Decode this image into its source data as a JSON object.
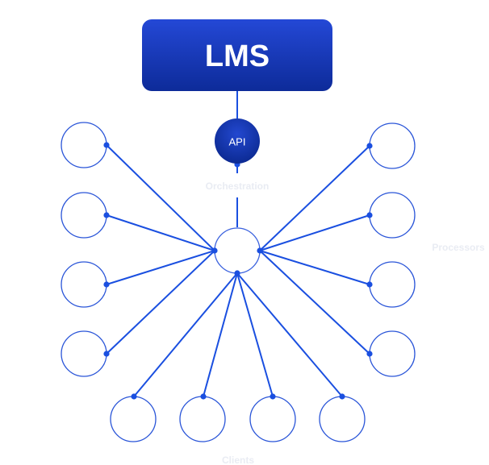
{
  "lms_label": "LMS",
  "api_label": "API",
  "labels": {
    "orchestration": "Orchestration",
    "processors": "Processors",
    "clients": "Clients"
  },
  "colors": {
    "line": "#1a4fe0",
    "circle_stroke": "#2a55d8",
    "lms_top": "#2448d6",
    "lms_bottom": "#0d2b99",
    "api_top": "#2348d0",
    "api_bottom": "#0c2a92",
    "faint_text": "#e9ecf3"
  }
}
